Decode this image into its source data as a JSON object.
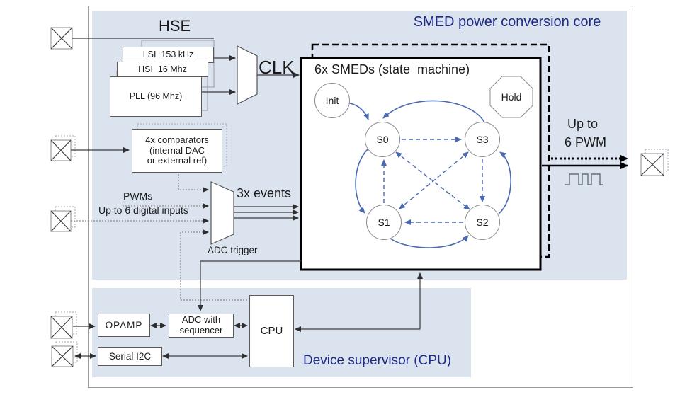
{
  "colors": {
    "panel_bg": "#dbe3ef",
    "accent_blue": "#4a69b4",
    "title_blue": "#1c2a85"
  },
  "header": {
    "core_title": "SMED power conversion core",
    "supervisor_title": "Device supervisor (CPU)"
  },
  "clock": {
    "hse_label": "HSE",
    "clk_label": "CLK",
    "sources": [
      {
        "label": "LSI  153 kHz"
      },
      {
        "label": "HSI  16 Mhz"
      },
      {
        "label": "PLL (96 Mhz)"
      }
    ]
  },
  "smed": {
    "box_title": "6x SMEDs (state  machine)",
    "states": {
      "init": "Init",
      "s0": "S0",
      "s1": "S1",
      "s2": "S2",
      "s3": "S3",
      "hold": "Hold"
    }
  },
  "events": {
    "comparators_lines": [
      "4x comparators",
      "(internal DAC",
      "or external ref)"
    ],
    "pwms_label": "PWMs",
    "digital_inputs_label": "Up to 6 digital inputs",
    "events_label": "3x events",
    "adc_trigger_label": "ADC trigger"
  },
  "output": {
    "line1": "Up to",
    "line2": "6 PWM"
  },
  "supervisor": {
    "opamp_label": "OPAMP",
    "adc_lines": [
      "ADC with",
      "sequencer"
    ],
    "cpu_label": "CPU",
    "serial_label": "Serial I2C"
  }
}
